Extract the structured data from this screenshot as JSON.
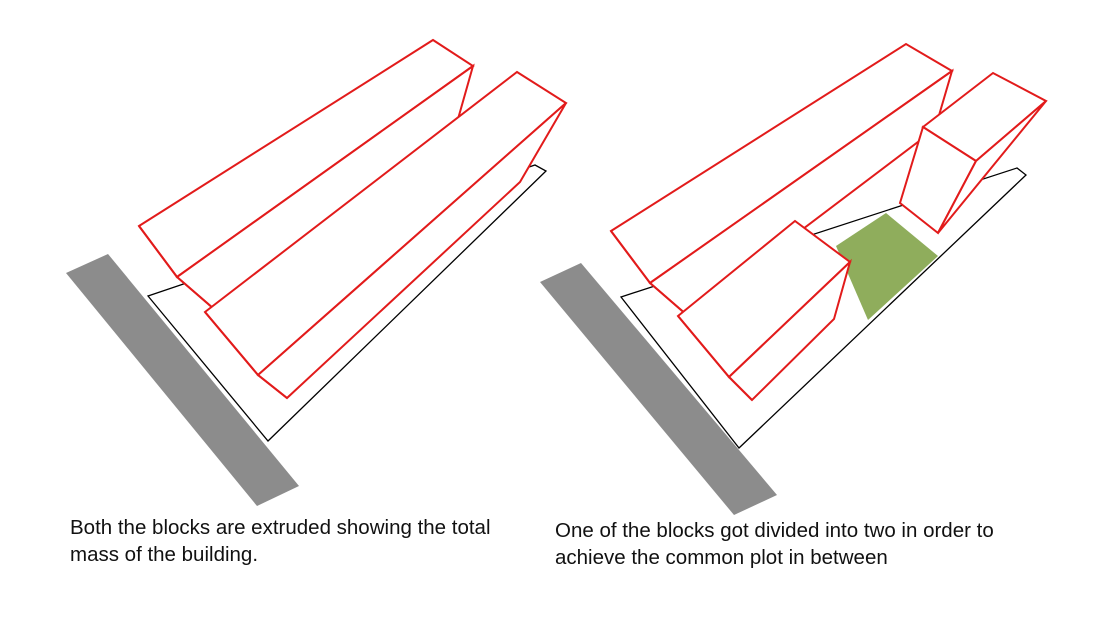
{
  "colors": {
    "outline": "#e21b1b",
    "road": "#8c8c8c",
    "courtyard": "#8fad5c",
    "plot": "#000000",
    "caption_text": "#111111"
  },
  "captions": {
    "left": {
      "line1": "Both the blocks are extruded showing the total",
      "line2": "mass of the building."
    },
    "right": {
      "line1": "One of the blocks got divided into two in order to",
      "line2": "achieve the common plot in between"
    }
  }
}
